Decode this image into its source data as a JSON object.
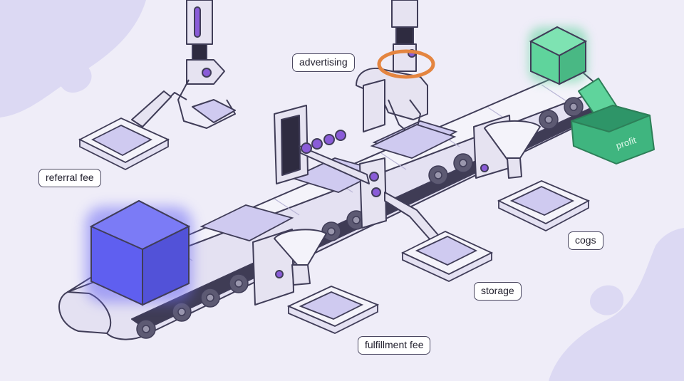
{
  "labels": {
    "advertising": "advertising",
    "referral_fee": "referral fee",
    "cogs": "cogs",
    "storage": "storage",
    "fulfillment_fee": "fulfillment fee",
    "profit": "profit"
  },
  "colors": {
    "background": "#efedf8",
    "blob": "#dcd9f3",
    "outline": "#403d58",
    "belt": "#f4f3fa",
    "tray": "#cfcaf0",
    "machine": "#e6e3f1",
    "accent_purple": "#8a5cd8",
    "blue_cube": "#5f5ff0",
    "green_cube": "#5fd49c",
    "green_bin": "#3fb57f",
    "orange_ring": "#e48540"
  }
}
